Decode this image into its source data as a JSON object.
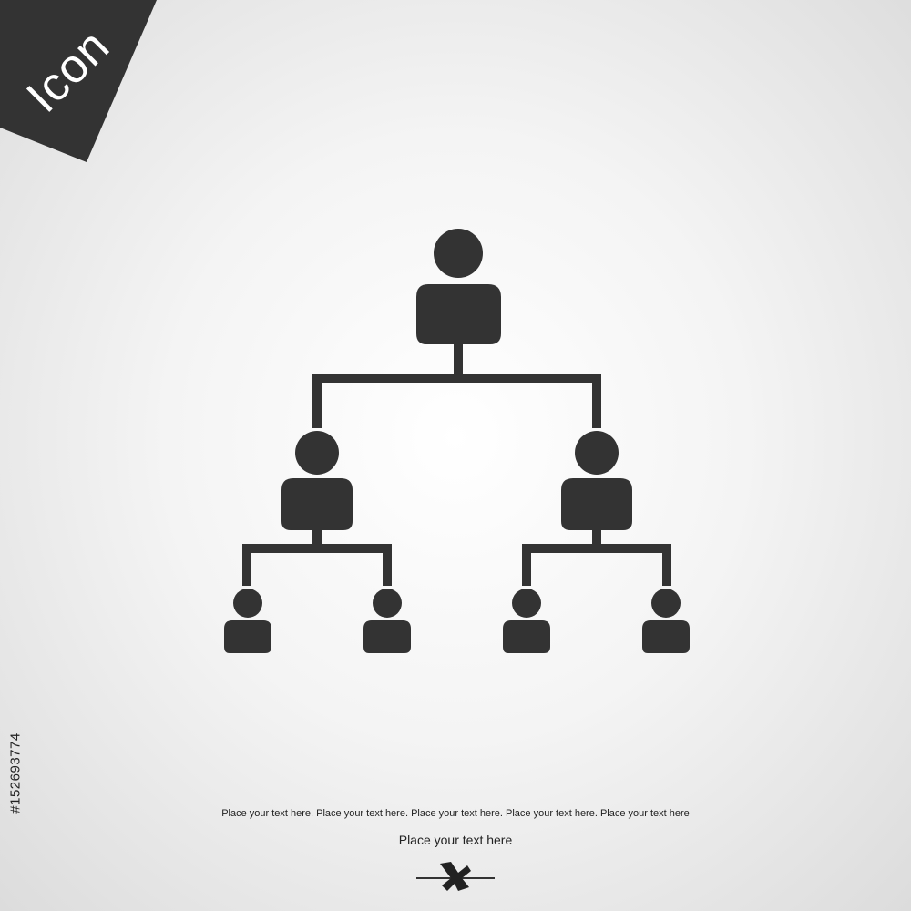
{
  "badge": {
    "label": "Icon",
    "color": "#333333"
  },
  "stock_id": "#152693774",
  "icon": {
    "name": "org-chart-hierarchy-icon",
    "color": "#333333"
  },
  "caption": {
    "line": "Place your text here. Place your text here. Place your text here. Place your text here. Place your text here",
    "sub": "Place your text here"
  },
  "logo": {
    "name": "x-logo-icon"
  }
}
